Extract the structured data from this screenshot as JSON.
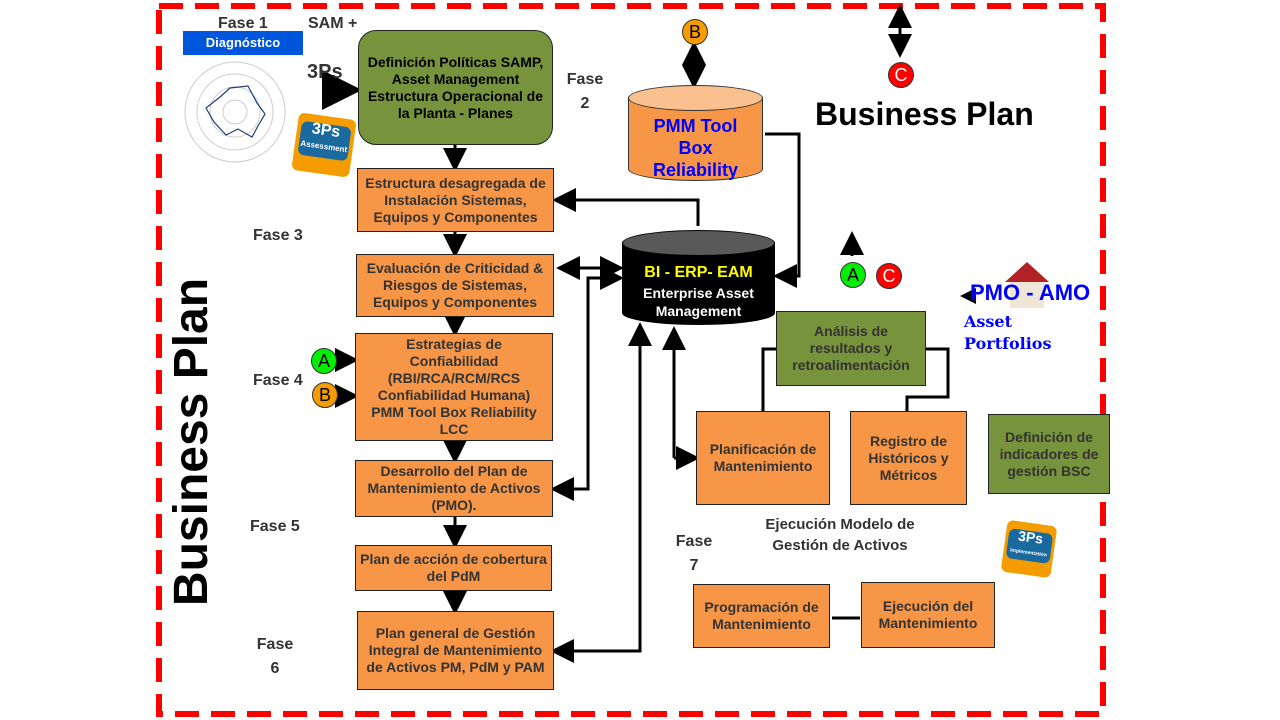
{
  "side_title": "Business Plan",
  "top_title": "Business Plan",
  "fase1": "Fase 1",
  "diagnostico": "Diagnóstico",
  "sam": "SAM +",
  "threeps": "3Ps",
  "fase2": "Fase 2",
  "fase3": "Fase 3",
  "fase4": "Fase 4",
  "fase5": "Fase 5",
  "fase6": "Fase 6",
  "fase7": "Fase 7",
  "boxes": {
    "politicas": "Definición Políticas SAMP, Asset Management Estructura Operacional de la Planta - Planes",
    "estructura": "Estructura desagregada de Instalación Sistemas, Equipos y Componentes",
    "criticidad": "Evaluación de Criticidad & Riesgos de Sistemas, Equipos y Componentes",
    "estrategias": "Estrategias de Confiabilidad (RBI/RCA/RCM/RCS Confiabilidad Humana) PMM Tool Box Reliability LCC",
    "desarrollo": "Desarrollo del Plan de Mantenimiento de Activos (PMO).",
    "accion": "Plan de acción de cobertura del PdM",
    "general": "Plan general de Gestión Integral de Mantenimiento de Activos PM, PdM y PAM",
    "analisis": "Análisis de resultados y retroalimentación",
    "planificacion": "Planificación de Mantenimiento",
    "registro": "Registro de Históricos y Métricos",
    "indicadores": "Definición de indicadores de gestión BSC",
    "programacion": "Programación de Mantenimiento",
    "ejecucion": "Ejecución del Mantenimiento"
  },
  "pmm": "PMM Tool Box Reliability",
  "bi_title": "BI - ERP- EAM",
  "bi_sub": "Enterprise Asset Management",
  "ejecucion_modelo": "Ejecución Modelo de Gestión de Activos",
  "pmo": "PMO - AMO",
  "asset_portfolios": "Asset Portfolios",
  "markers": {
    "a": "A",
    "b": "B",
    "c": "C"
  },
  "logo_assessment": "Assessment",
  "logo_implementation": "Implementation",
  "colors": {
    "orange": "#f79646",
    "green": "#77933c",
    "border": "#ff0000",
    "marker_a": "#00ee00",
    "marker_b": "#f59c00",
    "marker_c": "#ff0000"
  }
}
